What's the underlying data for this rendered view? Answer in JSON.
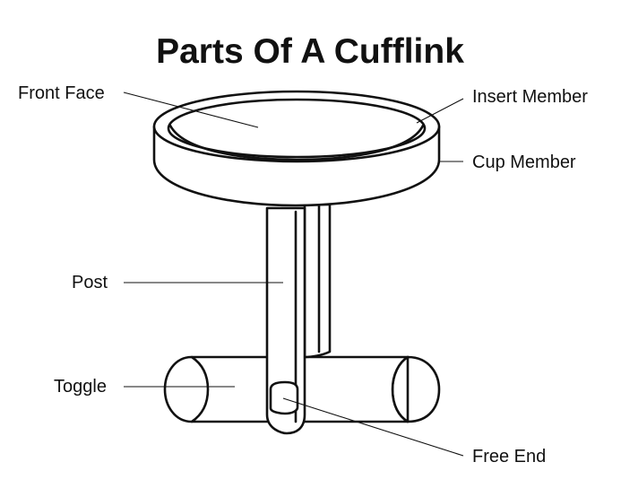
{
  "title": "Parts Of A Cufflink",
  "labels": {
    "front_face": "Front Face",
    "insert_member": "Insert Member",
    "cup_member": "Cup Member",
    "post": "Post",
    "toggle": "Toggle",
    "free_end": "Free End"
  },
  "colors": {
    "ink": "#111111",
    "background": "#ffffff"
  }
}
